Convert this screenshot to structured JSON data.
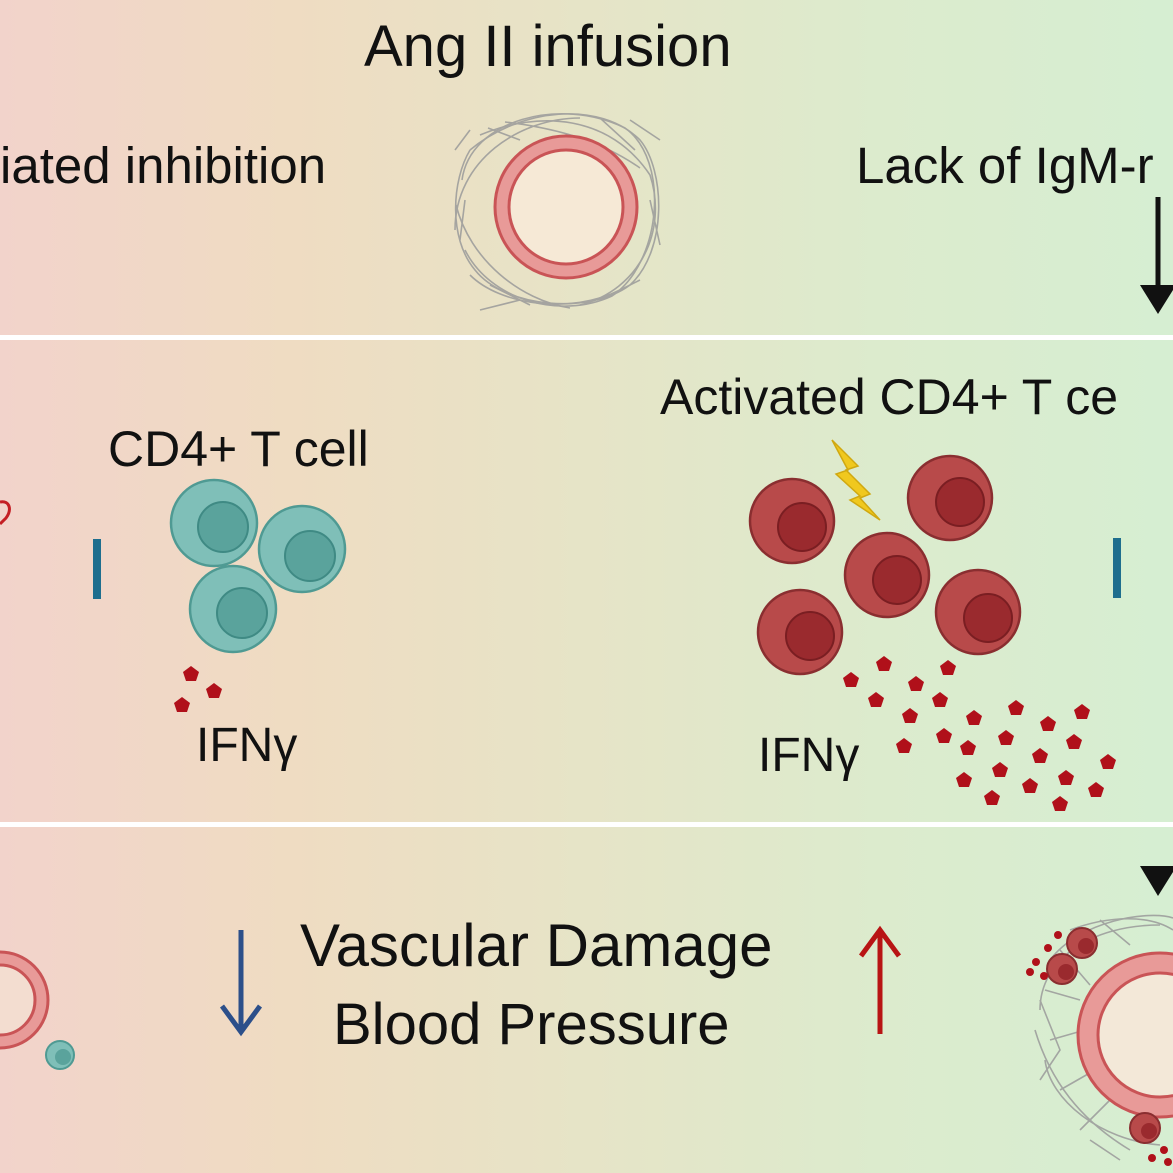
{
  "diagram": {
    "title": "Ang II infusion",
    "top_left_label": "iated inhibition",
    "top_right_label": "Lack of IgM-r",
    "left_panel": {
      "cell_label": "CD4+ T cell",
      "cytokine_label": "IFNγ"
    },
    "right_panel": {
      "cell_label": "Activated CD4+ T ce",
      "cytokine_label": "IFNγ"
    },
    "outcome": {
      "line1": "Vascular Damage",
      "line2": "Blood Pressure",
      "left_direction": "decrease",
      "right_direction": "increase"
    },
    "colors": {
      "vessel_fill": "#e89a98",
      "vessel_stroke": "#c95456",
      "resting_cell": "#7fbfb8",
      "resting_nucleus": "#5aa39c",
      "activated_cell": "#b84a4a",
      "activated_nucleus": "#9a2a2e",
      "cytokine": "#b0101a",
      "inhibition": "#4a4aa0",
      "down_arrow": "#2c4f8a",
      "up_arrow": "#b81414",
      "lightning": "#f0c81e"
    }
  }
}
